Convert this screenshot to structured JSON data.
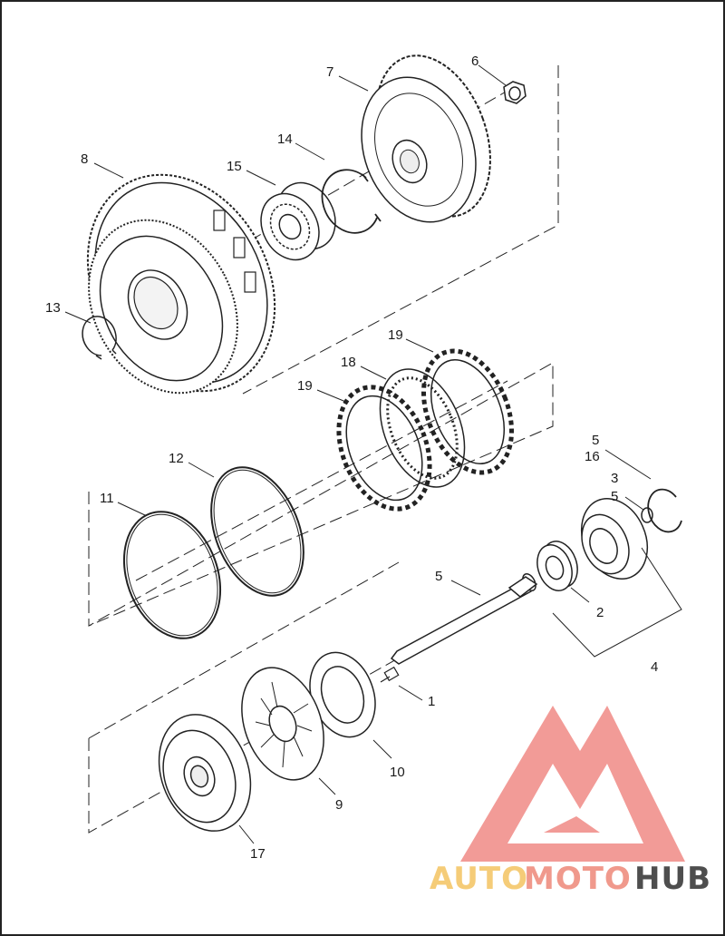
{
  "diagram": {
    "callouts": {
      "c1": "1",
      "c2": "2",
      "c3": "3",
      "c4": "4",
      "c5a": "5",
      "c5b": "5",
      "c5c": "5",
      "c6": "6",
      "c7": "7",
      "c8": "8",
      "c9": "9",
      "c10": "10",
      "c11": "11",
      "c12": "12",
      "c13": "13",
      "c14": "14",
      "c15": "15",
      "c16": "16",
      "c17": "17",
      "c18": "18",
      "c19a": "19",
      "c19b": "19"
    }
  },
  "watermark": {
    "part1": "AUTO",
    "part2": "MOTO",
    "part3": "HUB",
    "colors": {
      "light": "#f5c76a",
      "mid": "#ef8f80",
      "dark": "#3b3b3b",
      "logo": "#f08a86"
    }
  }
}
